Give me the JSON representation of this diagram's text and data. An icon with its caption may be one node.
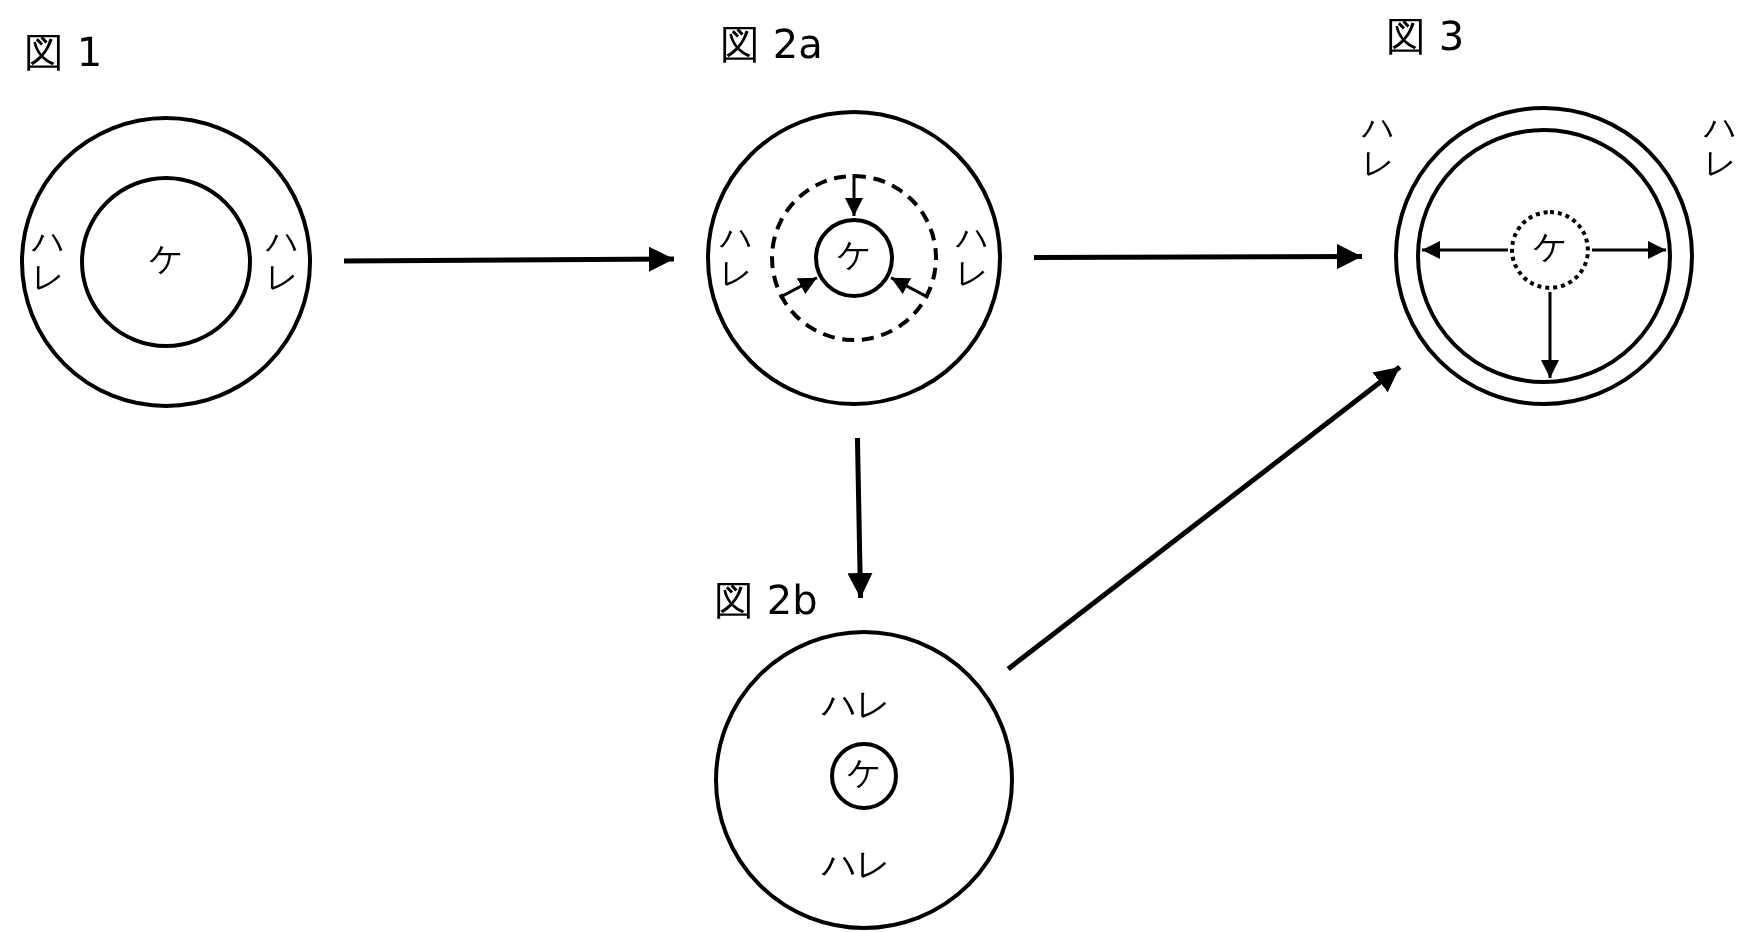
{
  "diagram": {
    "nodes": [
      {
        "text": [
          "図 1",
          "ハレ",
          "ハレ"
        ]
      },
      {
        "text": [
          "ケ"
        ],
        "in": 0
      },
      {
        "text": [
          "図 2a",
          "ハレ",
          "ハレ"
        ]
      },
      {
        "text": [],
        "shape": "circle",
        "in": 2
      },
      {
        "text": [
          "ケ"
        ],
        "in": 3
      },
      {
        "text": [
          "図 3",
          "ハレ",
          "ハレ"
        ]
      },
      {
        "text": [
          "ケ"
        ],
        "in": 5
      },
      {
        "text": [
          "図 2b",
          "ハレ",
          "ハレ"
        ]
      },
      {
        "text": [
          "ケ"
        ],
        "in": 7
      }
    ],
    "edges": [
      {
        "from": 0,
        "to": 2,
        "arrow": "to"
      },
      {
        "from": 2,
        "to": 5,
        "arrow": "to"
      },
      {
        "from": 2,
        "to": 7,
        "arrow": "to"
      },
      {
        "from": 7,
        "to": 5,
        "arrow": "to"
      },
      {
        "from": 3,
        "to": 4,
        "arrow": "to"
      },
      {
        "from": 3,
        "to": 4,
        "arrow": "to"
      },
      {
        "from": 3,
        "to": 4,
        "arrow": "to"
      }
    ]
  }
}
